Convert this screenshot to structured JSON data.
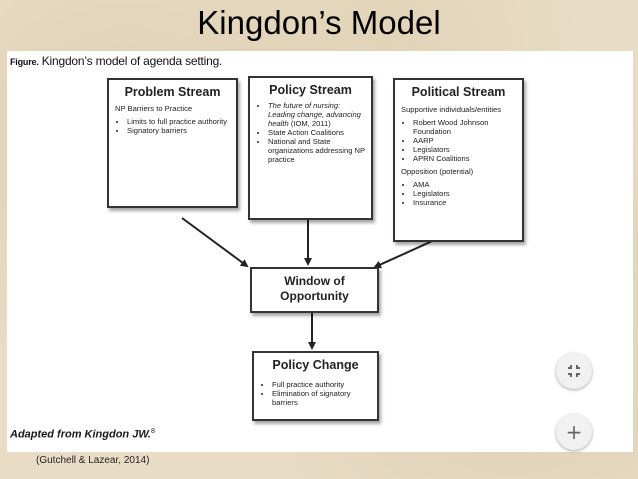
{
  "slide": {
    "title": "Kingdon’s Model",
    "citation": "(Gutchell & Lazear, 2014)"
  },
  "figure": {
    "caption_label": "Figure.",
    "caption_text": " Kingdon’s model of agenda setting.",
    "adapted_text": "Adapted from Kingdon JW.",
    "adapted_ref": "8",
    "problem_stream": {
      "title": "Problem Stream",
      "intro": "NP Barriers to Practice",
      "bullets": [
        "Limits to full practice authority",
        "Signatory barriers"
      ]
    },
    "policy_stream": {
      "title": "Policy Stream",
      "bullet_1_italic": "The future of nursing: Leading change, advancing health",
      "bullet_1_rest": " (IOM, 2011)",
      "bullets": [
        "State Action Coalitions",
        "National and State organizations addressing NP practice"
      ]
    },
    "political_stream": {
      "title": "Political Stream",
      "supportive_heading": "Supportive individuals/entities",
      "supportive": [
        "Robert Wood Johnson Foundation",
        "AARP",
        "Legislators",
        "APRN Coalitions"
      ],
      "opposition_heading": "Opposition (potential)",
      "opposition": [
        "AMA",
        "Legislators",
        "Insurance"
      ]
    },
    "window": {
      "title_line1": "Window of",
      "title_line2": "Opportunity"
    },
    "policy_change": {
      "title": "Policy Change",
      "bullets": [
        "Full practice authority",
        "Elimination of signatory barriers"
      ]
    }
  },
  "controls": {
    "collapse_icon": "collapse-icon",
    "add_icon": "plus-icon",
    "add_glyph": "+"
  },
  "colors": {
    "background": "#e8dcc4",
    "panel": "#ffffff",
    "box_border": "#333333"
  }
}
